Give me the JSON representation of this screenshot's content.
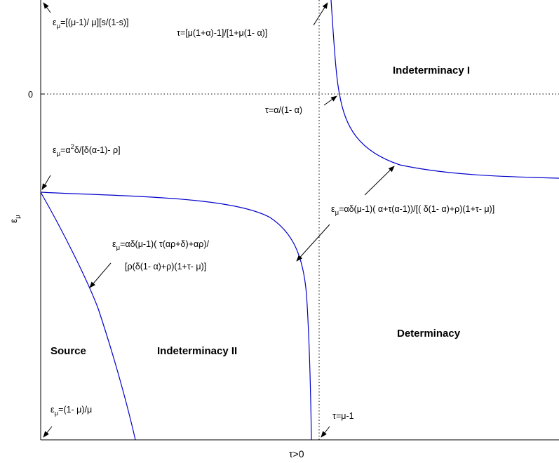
{
  "figure": {
    "x_axis_label": "τ>0",
    "y_axis_label": {
      "base": "ε",
      "sub": "μ"
    },
    "y_tick": "0",
    "line_color": "#0000cc"
  },
  "regions": {
    "indeterminacy_1": "Indeterminacy I",
    "indeterminacy_2": "Indeterminacy II",
    "determinacy": "Determinacy",
    "source": "Source"
  },
  "annotations": {
    "top_left": {
      "base": "ε",
      "sub": "μ",
      "rest": "=[(μ-1)/ μ][s/(1-s)]"
    },
    "top_tau": "τ=[μ(1+α)-1]/[1+μ(1- α)]",
    "tau_alpha": "τ=α/(1- α)",
    "alpha_sq": {
      "base": "ε",
      "sub": "μ",
      "pre": "=α",
      "sup": "2",
      "post": "δ/[δ(α-1)-  ρ]"
    },
    "right_curve": {
      "base": "ε",
      "sub": "μ",
      "rest": "=αδ(μ-1)( α+τ(α-1))/[( δ(1- α)+ρ)(1+τ- μ)]"
    },
    "left_curve": {
      "base": "ε",
      "sub": "μ",
      "line1": "=αδ(μ-1)( τ(αρ+δ)+αρ)/",
      "line2": "[ρ(δ(1- α)+ρ)(1+τ- μ)]"
    },
    "bottom_left": {
      "base": "ε",
      "sub": "μ",
      "rest": "=(1- μ)/μ"
    },
    "tau_mu": "τ=μ-1"
  }
}
